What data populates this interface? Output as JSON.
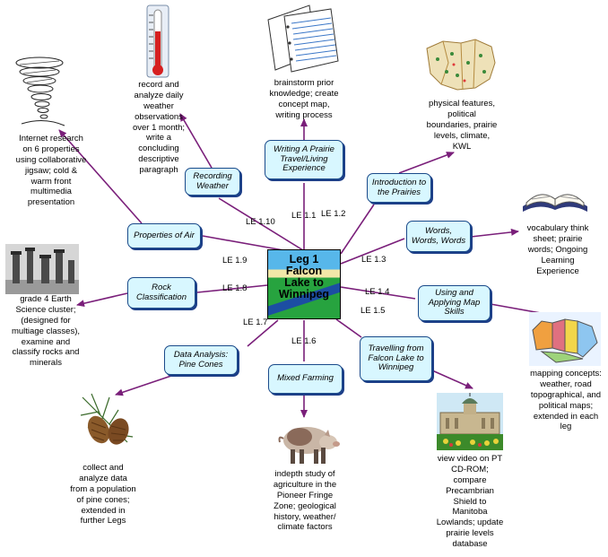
{
  "center": {
    "title": "Leg 1\nFalcon\nLake to\nWinnipeg"
  },
  "colors": {
    "connector": "#7a1f7a",
    "node_fill": "#d8f7ff",
    "node_border": "#1a4a8a",
    "shadow": "#1d3f88"
  },
  "nodes": [
    {
      "id": "recording-weather",
      "label": "Recording Weather",
      "le": "LE 1.10",
      "icon": "thermometer-image",
      "desc": "record and\nanalyze daily\nweather\nobservations\nover 1 month;\nwrite a\nconcluding\ndescriptive\nparagraph"
    },
    {
      "id": "writing-prairie",
      "label": "Writing A Prairie Travel/Living Experience",
      "le": "LE 1.1",
      "icon": "notebook-paper-image",
      "desc": "brainstorm prior\nknowledge; create\nconcept map,\nwriting process"
    },
    {
      "id": "intro-prairies",
      "label": "Introduction to the Prairies",
      "le": "LE 1.2",
      "icon": "canada-map-image",
      "desc": "physical features,\npolitical\nboundaries, prairie\nlevels, climate,\nKWL"
    },
    {
      "id": "words-words",
      "label": "Words, Words, Words",
      "le": "LE 1.3",
      "icon": "open-book-image",
      "desc": "vocabulary think\nsheet; prairie\nwords; Ongoing\nLearning\nExperience"
    },
    {
      "id": "map-skills",
      "label": "Using and Applying Map Skills",
      "le": "LE 1.4",
      "icon": "provinces-map-image",
      "desc": "mapping concepts:\nweather, road\ntopographical, and\npolitical maps;\nextended in each\nleg"
    },
    {
      "id": "travelling",
      "label": "Travelling from Falcon Lake to Winnipeg",
      "le": "LE 1.5",
      "icon": "legislature-image",
      "desc": "view video on PT\nCD-ROM;\ncompare\nPrecambrian\nShield to\nManitoba\nLowlands; update\nprairie levels\ndatabase"
    },
    {
      "id": "mixed-farming",
      "label": "Mixed Farming",
      "le": "LE 1.6",
      "icon": "pig-image",
      "desc": "indepth study of\nagriculture in the\nPioneer Fringe\nZone; geological\nhistory, weather/\nclimate factors"
    },
    {
      "id": "data-analysis",
      "label": "Data Analysis: Pine Cones",
      "le": "LE 1.7",
      "icon": "pine-cone-image",
      "desc": "collect and\nanalyze data\nfrom a population\nof pine cones;\nextended in\nfurther Legs"
    },
    {
      "id": "rock-classification",
      "label": "Rock Classification",
      "le": "LE 1.8",
      "icon": "rock-columns-image",
      "desc": "grade 4 Earth\nScience cluster;\n(designed for\nmultiage classes),\nexamine and\nclassify rocks and\nminerals"
    },
    {
      "id": "properties-air",
      "label": "Properties of Air",
      "le": "LE 1.9",
      "icon": "tornado-image",
      "desc": "Internet research\non 6 properties\nusing collaborative\njigsaw; cold &\nwarm front\nmultimedia\npresentation"
    }
  ]
}
